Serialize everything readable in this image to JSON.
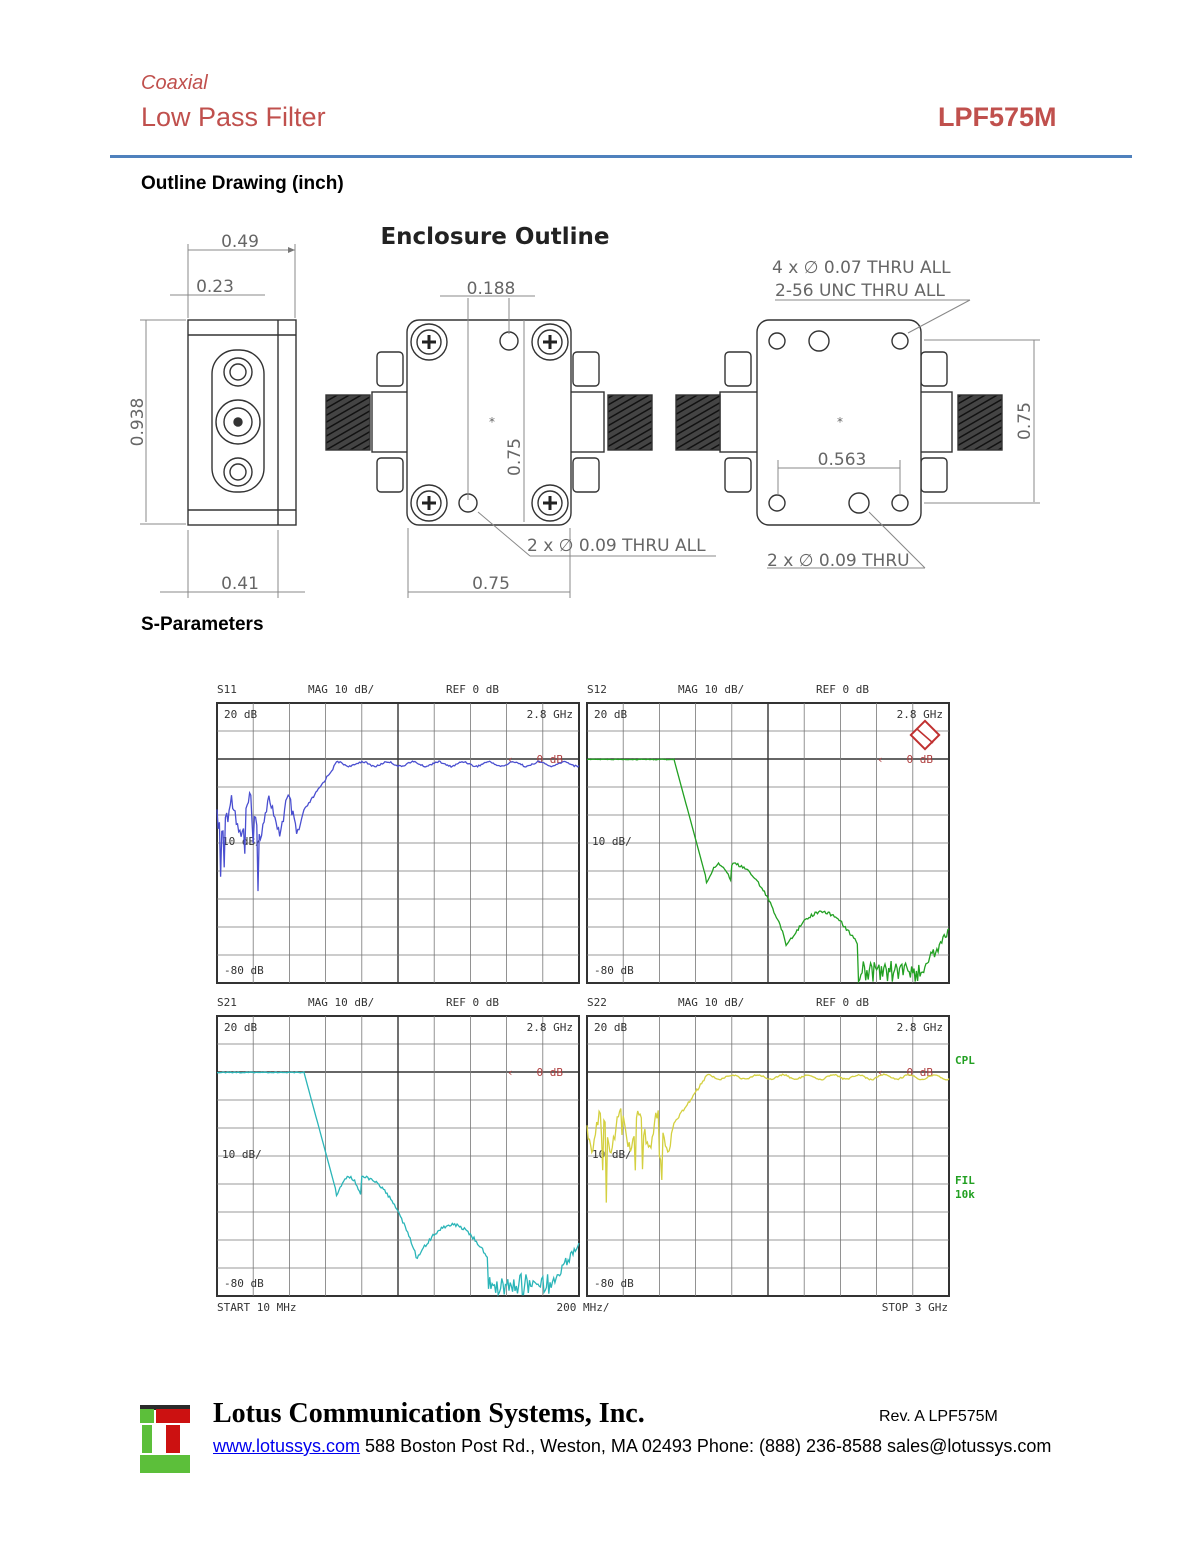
{
  "header": {
    "subtitle": "Coaxial",
    "title": "Low Pass Filter",
    "part_number": "LPF575M"
  },
  "sections": {
    "outline": "Outline Drawing (inch)",
    "sparams": "S-Parameters"
  },
  "drawing": {
    "title": "Enclosure Outline",
    "dims": {
      "side_width": "0.49",
      "side_center": "0.23",
      "side_height": "0.938",
      "side_base": "0.41",
      "front_hole": "0.188",
      "front_height": "0.75",
      "front_width": "0.75",
      "front_note": "2 x ∅ 0.09 THRU ALL",
      "back_note1": "4 x ∅ 0.07 THRU ALL",
      "back_note2": "2-56 UNC  THRU ALL",
      "back_span": "0.563",
      "back_height": "0.75",
      "back_note3": "2 x ∅ 0.09 THRU"
    }
  },
  "plots": [
    {
      "name": "S11",
      "scale": "MAG 10 dB/",
      "ref": "REF 0 dB",
      "top": "20 dB",
      "mid": "10 dB/",
      "bottom": "-80 dB",
      "freq": "2.8 GHz",
      "ref_marker": "0 dB",
      "color": "#4a4fd0"
    },
    {
      "name": "S12",
      "scale": "MAG 10 dB/",
      "ref": "REF 0 dB",
      "top": "20 dB",
      "mid": "10 dB/",
      "bottom": "-80 dB",
      "freq": "2.8 GHz",
      "ref_marker": "0 dB",
      "color": "#22a022"
    },
    {
      "name": "S21",
      "scale": "MAG 10 dB/",
      "ref": "REF 0 dB",
      "top": "20 dB",
      "mid": "10 dB/",
      "bottom": "-80 dB",
      "freq": "2.8 GHz",
      "ref_marker": "0 dB",
      "color": "#2bb5b8"
    },
    {
      "name": "S22",
      "scale": "MAG 10 dB/",
      "ref": "REF 0 dB",
      "top": "20 dB",
      "mid": "10 dB/",
      "bottom": "-80 dB",
      "freq": "2.8 GHz",
      "ref_marker": "0 dB",
      "color": "#d4d040"
    }
  ],
  "sweep": {
    "start": "START  10 MHz",
    "span": "200 MHz/",
    "stop": "STOP 3 GHz"
  },
  "side_labels": {
    "cpl": "CPL",
    "fil": "FIL",
    "fil_bw": "10k"
  },
  "footer": {
    "company": "Lotus Communication Systems, Inc.",
    "rev": "Rev. A   LPF575M",
    "url": "www.lotussys.com",
    "address": " 588 Boston Post Rd., Weston, MA 02493 Phone: (888) 236-8588 sales@lotussys.com"
  }
}
